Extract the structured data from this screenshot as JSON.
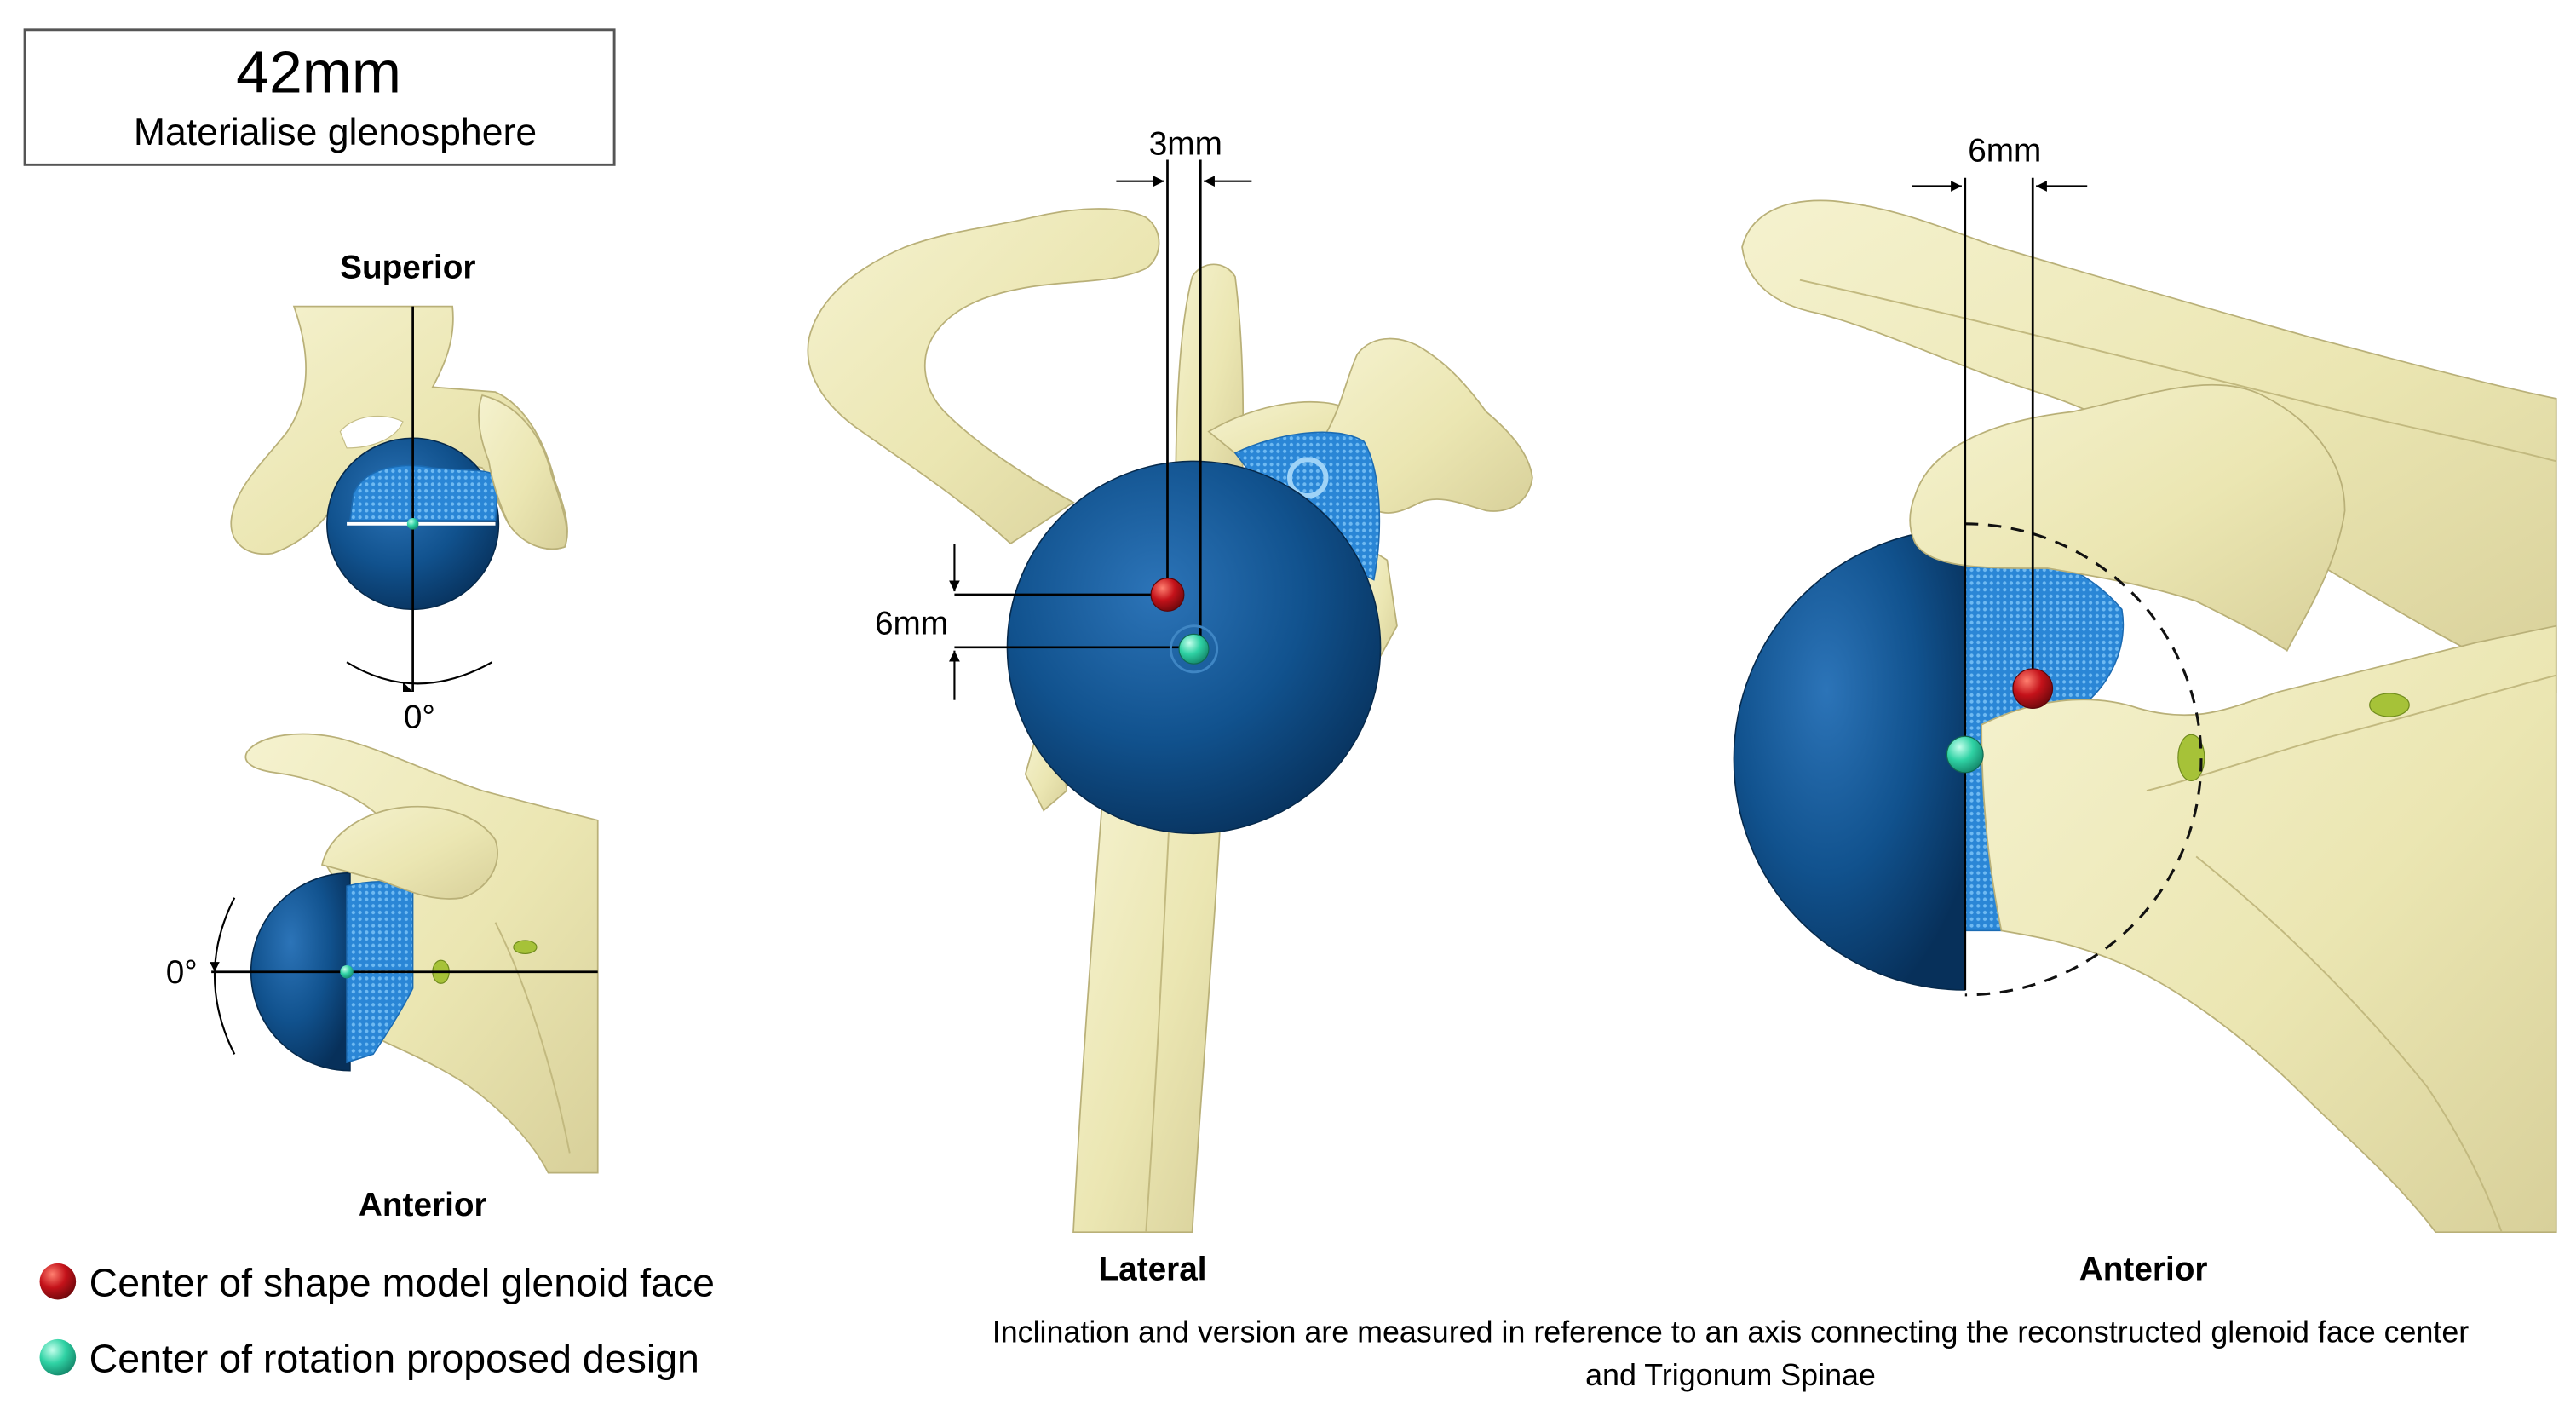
{
  "title_box": {
    "size": "42mm",
    "product": "Materialise glenosphere"
  },
  "views": {
    "superior": {
      "label": "Superior",
      "angle": "0°"
    },
    "anterior_small": {
      "label": "Anterior",
      "angle": "0°"
    },
    "lateral": {
      "label": "Lateral",
      "offset_horizontal": "3mm",
      "offset_vertical": "6mm"
    },
    "anterior_large": {
      "label": "Anterior",
      "offset_horizontal": "6mm"
    }
  },
  "legend": [
    {
      "label": "Center of shape model glenoid face",
      "color": "#c4121a"
    },
    {
      "label": "Center of rotation proposed design",
      "color": "#2fd2a4"
    }
  ],
  "caption": {
    "line1": "Inclination and version are measured in reference to an axis connecting the reconstructed glenoid face center",
    "line2": "and Trigonum Spinae"
  },
  "colors": {
    "bone": "#eeeab5",
    "glenosphere": "#0f4e8a",
    "baseplate": "#2a86d6",
    "glenoid_center": "#c4121a",
    "rotation_center": "#2fd2a4"
  }
}
